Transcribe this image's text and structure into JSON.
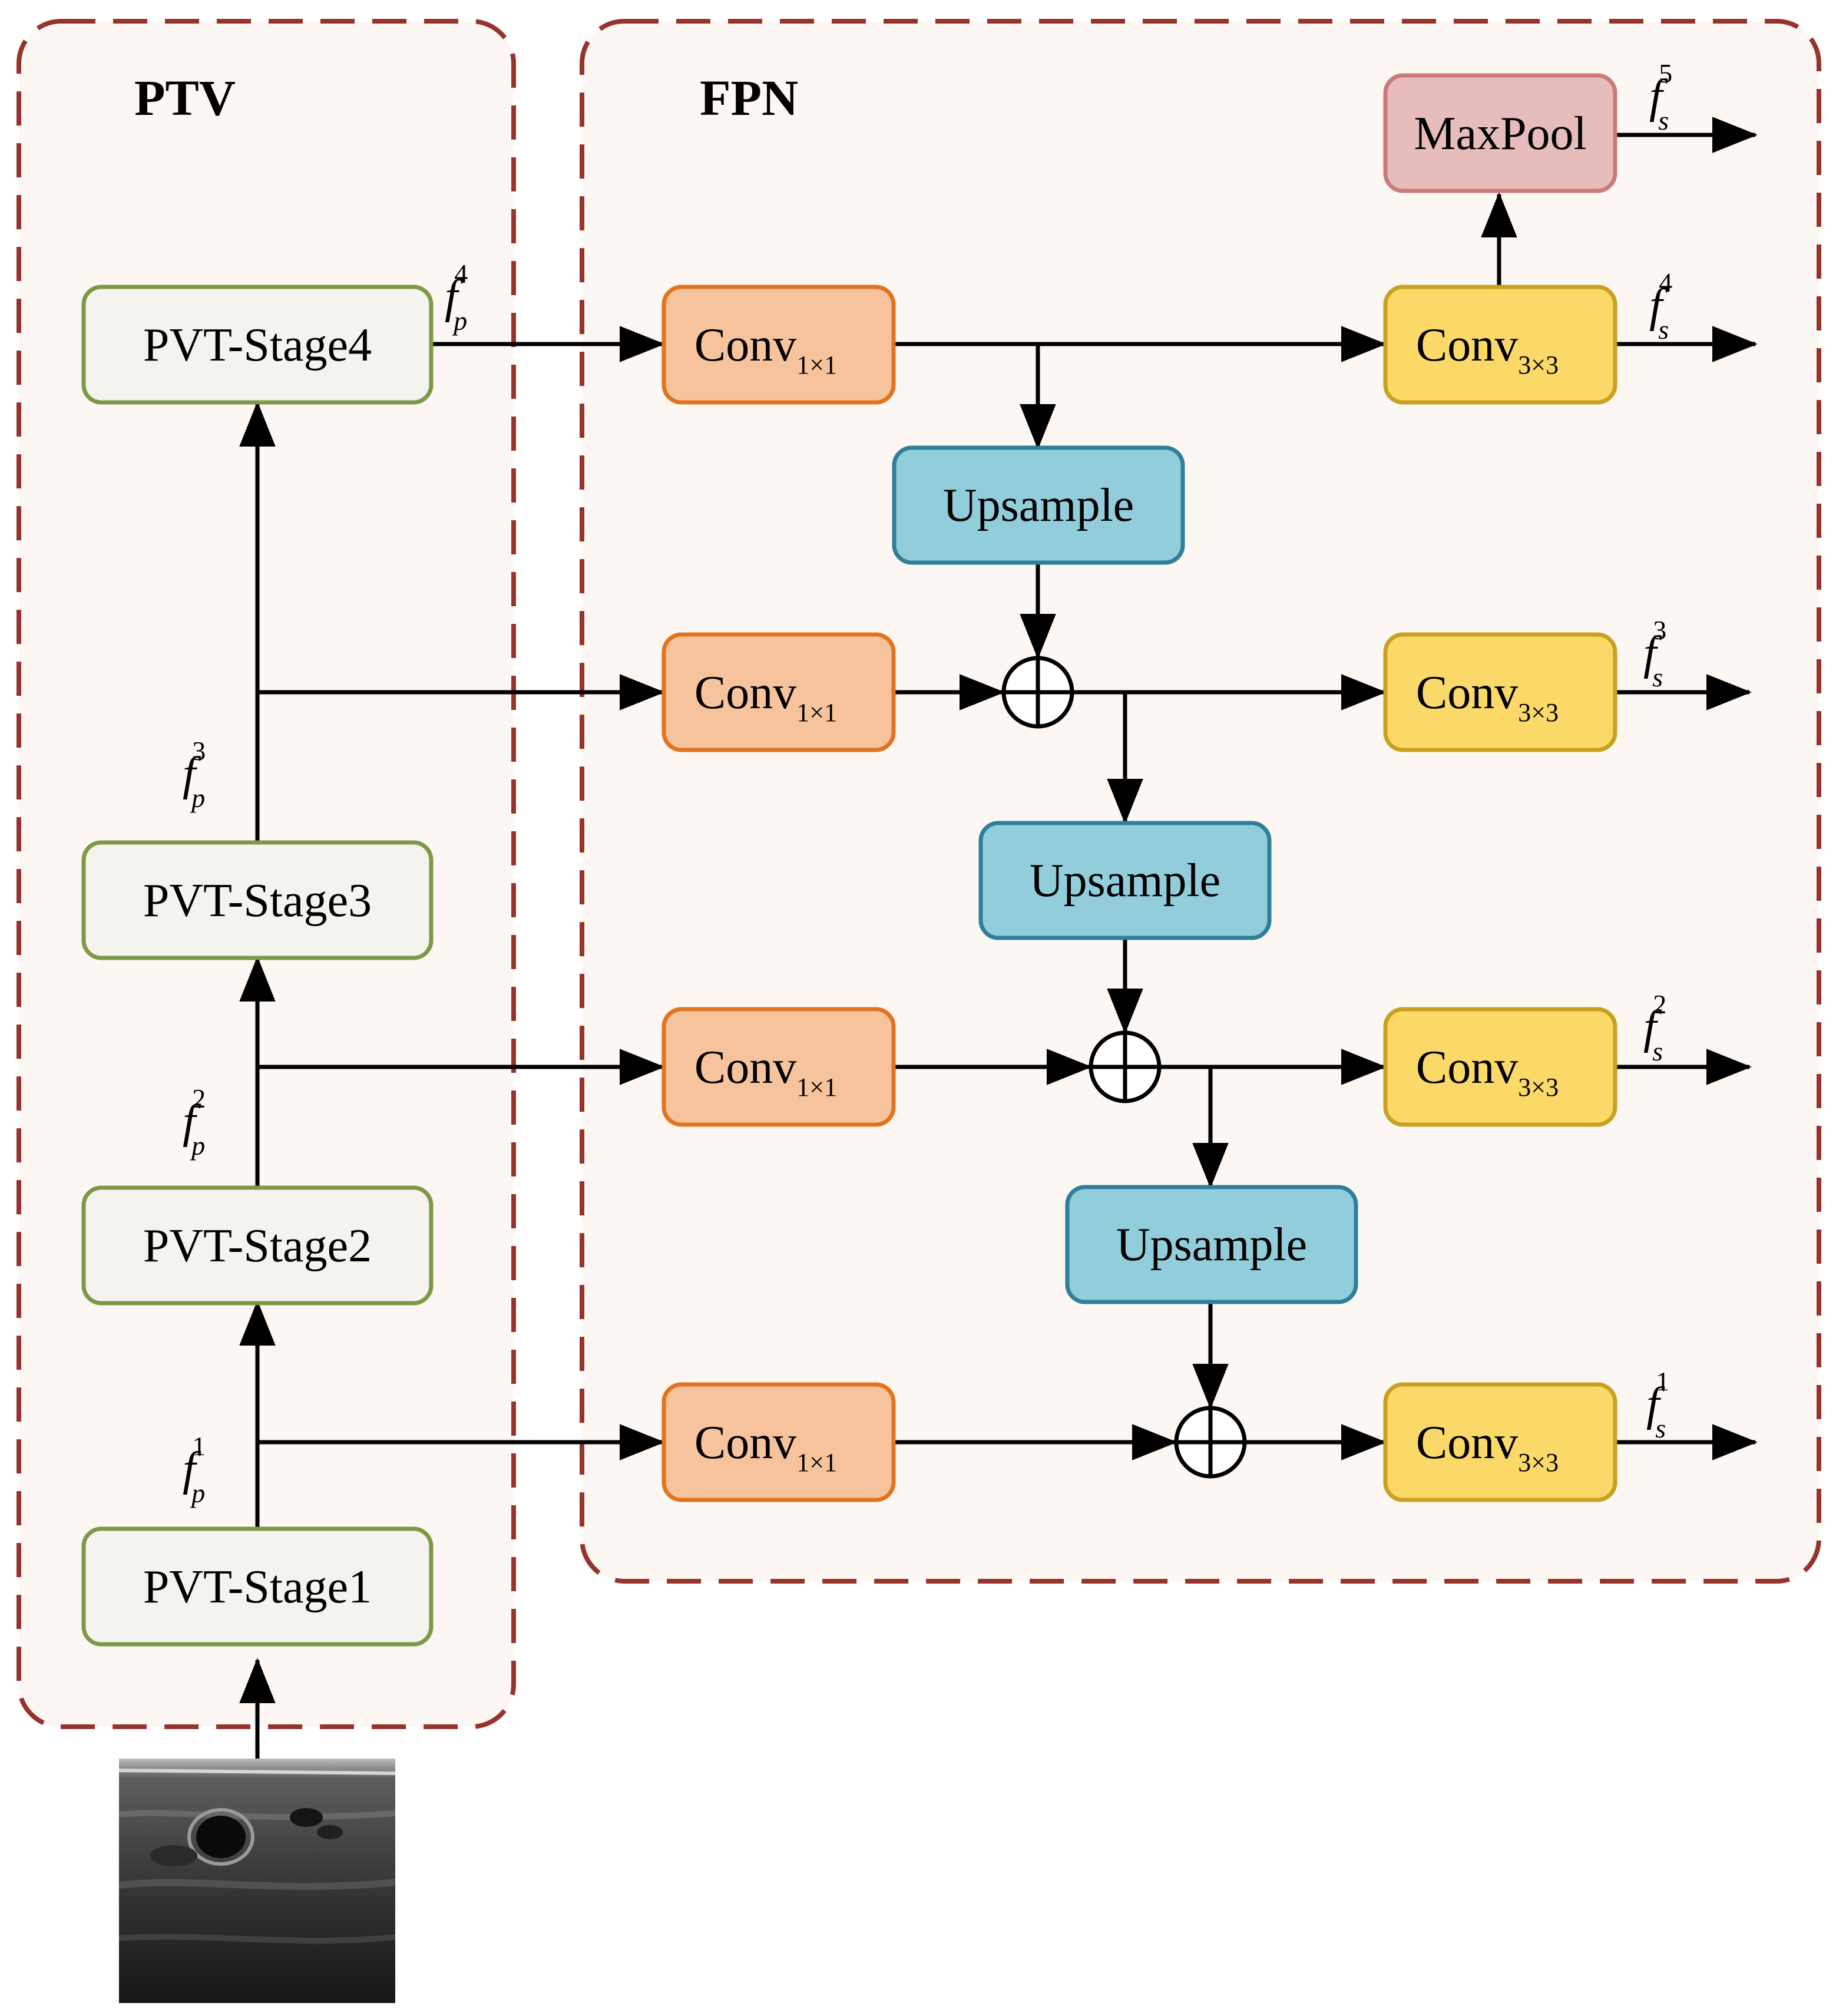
{
  "groups": {
    "left_title": "PTV",
    "right_title": "FPN"
  },
  "blocks": {
    "stage1": "PVT-Stage1",
    "stage2": "PVT-Stage2",
    "stage3": "PVT-Stage3",
    "stage4": "PVT-Stage4",
    "conv_main": "Conv",
    "conv1x1_sub": "1×1",
    "conv3x3_sub": "3×3",
    "upsample": "Upsample",
    "maxpool": "MaxPool"
  },
  "features": {
    "f_letter": "f",
    "p_sub": "p",
    "s_sub": "s",
    "pyramid_levels": [
      "1",
      "2",
      "3",
      "4"
    ],
    "output_levels": [
      "1",
      "2",
      "3",
      "4",
      "5"
    ]
  },
  "colors": {
    "panel_border": "#96342c",
    "panel_fill": "#fcf7f3",
    "pvt_fill": "#f4f3ed",
    "pvt_border": "#7c9945",
    "conv1x1_fill": "#f7c39c",
    "conv1x1_border": "#e2731f",
    "conv3x3_fill": "#fbd968",
    "conv3x3_border": "#c9a121",
    "upsample_fill": "#92cddb",
    "upsample_border": "#2e7f99",
    "maxpool_fill": "#e6bcbc",
    "maxpool_border": "#cc7b7a"
  },
  "input_image": "ultrasound-image"
}
